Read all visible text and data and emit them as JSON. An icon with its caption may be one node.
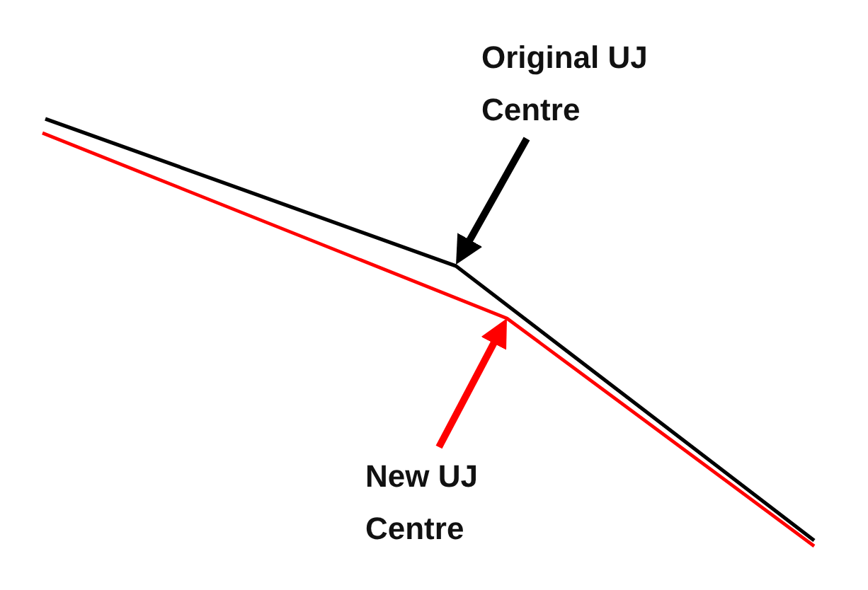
{
  "diagram": {
    "nodes": [
      {
        "text": [
          "Original UJ Centre"
        ]
      },
      {
        "text": [
          "New UJ Centre"
        ]
      }
    ],
    "edges": [
      {
        "from": 0,
        "to": null,
        "arrow": "to"
      },
      {
        "from": 1,
        "to": null,
        "arrow": "to",
        "color": "#ff0000"
      }
    ]
  }
}
